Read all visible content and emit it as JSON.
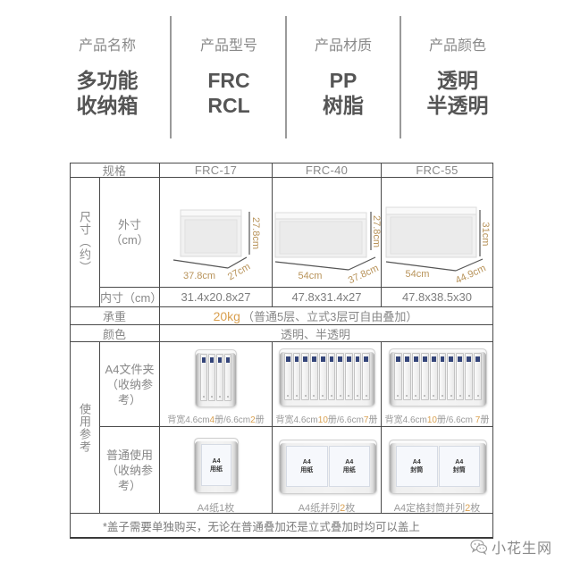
{
  "product_info": [
    {
      "label": "产品名称",
      "lines": [
        "多功能",
        "收纳箱"
      ]
    },
    {
      "label": "产品型号",
      "lines": [
        "FRC",
        "RCL"
      ]
    },
    {
      "label": "产品材质",
      "lines": [
        "PP",
        "树脂"
      ]
    },
    {
      "label": "产品颜色",
      "lines": [
        "透明",
        "半透明"
      ]
    }
  ],
  "spec_table": {
    "header_label": "规格",
    "models": [
      "FRC-17",
      "FRC-40",
      "FRC-55"
    ],
    "size_group_label": "尺寸（约）",
    "outer_label": [
      "外寸",
      "（cm）"
    ],
    "outer_dims": [
      {
        "width": "37.8cm",
        "depth": "27cm",
        "height": "27.8cm"
      },
      {
        "width": "54cm",
        "depth": "37.8cm",
        "height": "27.8cm"
      },
      {
        "width": "54cm",
        "depth": "44.9cm",
        "height": "31cm"
      }
    ],
    "inner_label": "内寸（cm）",
    "inner_dims": [
      "31.4x20.8x27",
      "47.8x31.4x27",
      "47.8x38.5x30"
    ],
    "load_label": "承重",
    "load_value": {
      "highlight": "20kg",
      "rest": "（普通5层、立式3层可自由叠加）"
    },
    "color_label": "颜色",
    "color_value": "透明、半透明",
    "usage_group_label": "使用参考",
    "folder_label": [
      "A4文件夹",
      "（收纳参考）"
    ],
    "folder_refs": [
      {
        "binder_count": 4,
        "caption": {
          "a": "背宽4.6cm",
          "n1": "4",
          "b": "册/6.6cm",
          "n2": "2",
          "c": "册"
        }
      },
      {
        "binder_count": 10,
        "caption": {
          "a": "背宽4.6cm",
          "n1": "10",
          "b": "册/6.6cm",
          "n2": "7",
          "c": "册"
        }
      },
      {
        "binder_count": 10,
        "caption": {
          "a": "背宽4.6cm",
          "n1": "10",
          "b": "册/6.6cm ",
          "n2": "7",
          "c": "册"
        }
      }
    ],
    "general_label": [
      "普通使用",
      "（收纳参考）"
    ],
    "general_refs": [
      {
        "sheets": [
          {
            "line1": "A4",
            "line2": "用纸"
          }
        ],
        "caption": {
          "a": "A4纸",
          "n": "1",
          "b": "枚"
        }
      },
      {
        "sheets": [
          {
            "line1": "A4",
            "line2": "用纸"
          },
          {
            "line1": "A4",
            "line2": "用纸"
          }
        ],
        "caption": {
          "a": "A4纸并列",
          "n": "2",
          "b": "枚"
        }
      },
      {
        "sheets": [
          {
            "line1": "A4",
            "line2": "封筒"
          },
          {
            "line1": "A4",
            "line2": "封筒"
          }
        ],
        "caption": {
          "a": "A4定格封筒并列",
          "n": "2",
          "b": "枚"
        }
      }
    ],
    "footnote": "*盖子需要单独购买，无论在普通叠加还是立式叠加时均可以盖上"
  },
  "watermark": {
    "icon": "wechat-icon",
    "text": "小花生网"
  },
  "colors": {
    "accent": "#d9a050",
    "dimension_label": "#b8935a",
    "border": "#4a4a4a",
    "binder_tab": "#34457a",
    "text_gray": "#888888"
  }
}
